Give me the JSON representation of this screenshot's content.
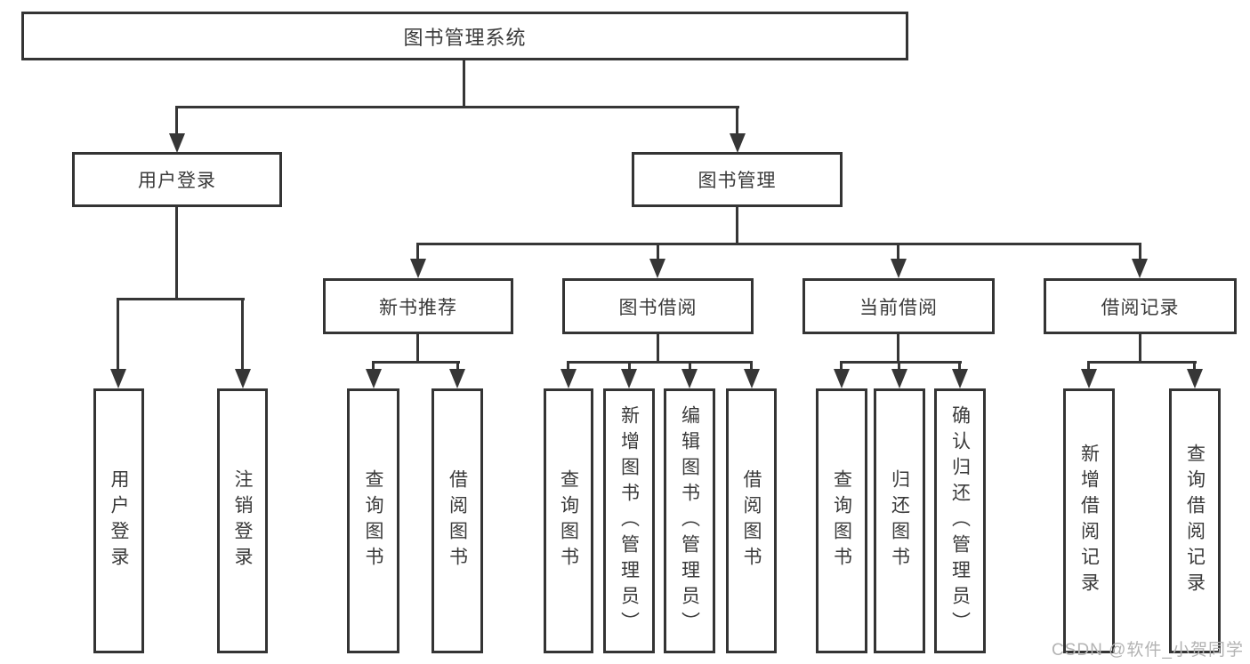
{
  "diagram": {
    "root": {
      "label": "图书管理系统"
    },
    "branches": [
      {
        "label": "用户登录",
        "children": [
          {
            "label": "用户登录"
          },
          {
            "label": "注销登录"
          }
        ]
      },
      {
        "label": "图书管理",
        "children": [
          {
            "label": "新书推荐",
            "children": [
              {
                "label": "查询图书"
              },
              {
                "label": "借阅图书"
              }
            ]
          },
          {
            "label": "图书借阅",
            "children": [
              {
                "label": "查询图书"
              },
              {
                "label": "新增图书（管理员）"
              },
              {
                "label": "编辑图书（管理员）"
              },
              {
                "label": "借阅图书"
              }
            ]
          },
          {
            "label": "当前借阅",
            "children": [
              {
                "label": "查询图书"
              },
              {
                "label": "归还图书"
              },
              {
                "label": "确认归还（管理员）"
              }
            ]
          },
          {
            "label": "借阅记录",
            "children": [
              {
                "label": "新增借阅记录"
              },
              {
                "label": "查询借阅记录"
              }
            ]
          }
        ]
      }
    ]
  },
  "watermark": {
    "text": "CSDN @软件_小贺同学"
  },
  "colors": {
    "line": "#363636",
    "box_border": "#343434",
    "text": "#3a3a3a",
    "watermark": "#b3b3b3",
    "background": "#ffffff"
  }
}
